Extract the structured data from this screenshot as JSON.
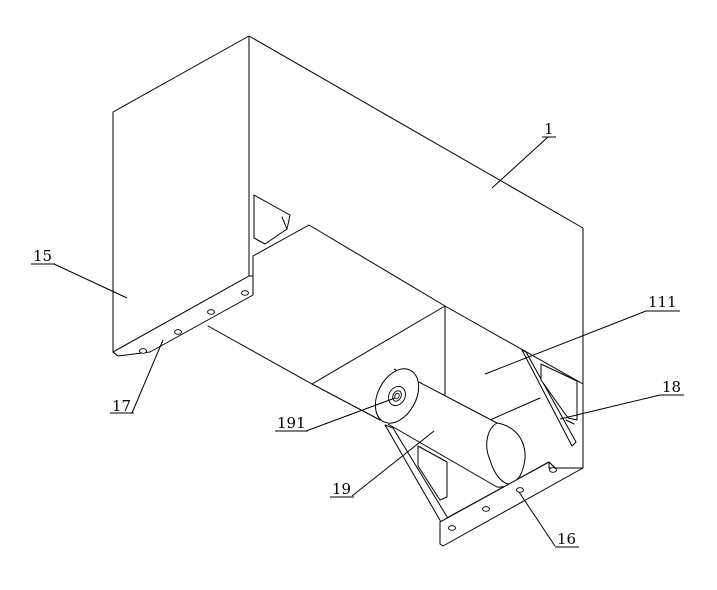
{
  "callouts": [
    {
      "id": "c1",
      "text": "1"
    },
    {
      "id": "c15",
      "text": "15"
    },
    {
      "id": "c111",
      "text": "111"
    },
    {
      "id": "c18",
      "text": "18"
    },
    {
      "id": "c17",
      "text": "17"
    },
    {
      "id": "c191",
      "text": "191"
    },
    {
      "id": "c19",
      "text": "19"
    },
    {
      "id": "c16",
      "text": "16"
    }
  ]
}
